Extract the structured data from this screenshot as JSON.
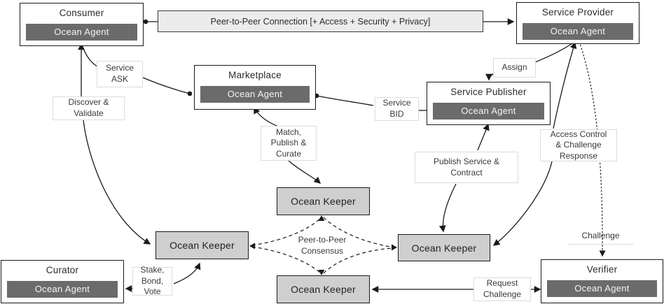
{
  "diagram_title": "Ocean Protocol agent network diagram",
  "colors": {
    "agent_fill": "#6b6b6b",
    "agent_text": "#f5f5f5",
    "keeper_fill": "#cfcfcf",
    "p2p_fill": "#ececec",
    "line": "#1a1a1a",
    "label_border": "#dcdcdc"
  },
  "labels": {
    "agent": "Ocean Agent",
    "keeper": "Ocean Keeper"
  },
  "nodes": {
    "consumer": "Consumer",
    "service_provider": "Service Provider",
    "marketplace": "Marketplace",
    "service_publisher": "Service Publisher",
    "curator": "Curator",
    "verifier": "Verifier"
  },
  "connections": {
    "p2p": "Peer-to-Peer Connection [+ Access + Security + Privacy]",
    "service_ask": "Service\nASK",
    "discover_validate": "Discover &\nValidate",
    "match_publish_curate": "Match,\nPublish &\nCurate",
    "service_bid": "Service\nBID",
    "assign": "Assign",
    "publish_service_contract": "Publish Service &\nContract",
    "access_control": "Access Control\n& Challenge\nResponse",
    "challenge": "Challenge",
    "request_challenge": "Request\nChallenge",
    "stake_bond_vote": "Stake,\nBond,\nVote",
    "consensus": "Peer-to-Peer\nConsensus"
  }
}
